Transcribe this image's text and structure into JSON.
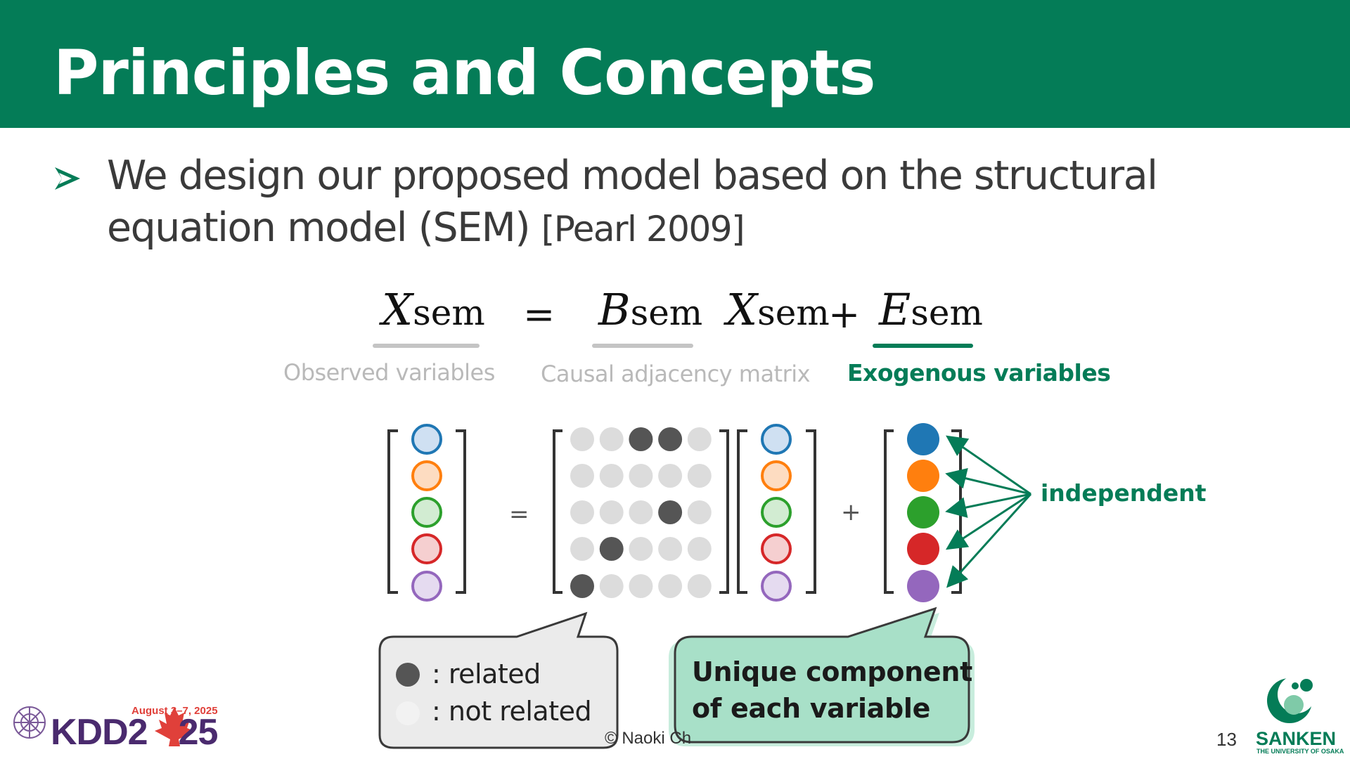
{
  "title": "Principles and Concepts",
  "bullet": {
    "text": "We design our proposed model based on the structural equation model (SEM)",
    "citation": "[Pearl 2009]"
  },
  "equation": {
    "lhs": {
      "var": "X",
      "sub": "sem"
    },
    "equals": "=",
    "term1": {
      "var": "B",
      "sub": "sem"
    },
    "term2": {
      "var": "X",
      "sub": "sem"
    },
    "plus": "+",
    "term3": {
      "var": "E",
      "sub": "sem"
    }
  },
  "labels": {
    "observed": "Observed variables",
    "adjacency": "Causal adjacency matrix",
    "exogenous": "Exogenous variables"
  },
  "diagram": {
    "equals": "=",
    "plus": "+",
    "independent": "independent",
    "variable_colors": [
      "#1f77b4",
      "#ff7f0e",
      "#2ca02c",
      "#d62728",
      "#9467bd"
    ],
    "light_colors": [
      "#cfe0f2",
      "#fddcc1",
      "#d2ecd2",
      "#f5cfd0",
      "#e5dbf0"
    ],
    "adjacency_matrix": [
      [
        0,
        0,
        1,
        1,
        0
      ],
      [
        0,
        0,
        0,
        0,
        0
      ],
      [
        0,
        0,
        0,
        1,
        0
      ],
      [
        0,
        1,
        0,
        0,
        0
      ],
      [
        1,
        0,
        0,
        0,
        0
      ]
    ],
    "related_color": "#555555",
    "not_related_color": "#dcdcdc"
  },
  "legend": {
    "related": ": related",
    "not_related": ": not related"
  },
  "callout_green": {
    "line1": "Unique component",
    "line2": "of each variable"
  },
  "footer": {
    "author": "© Naoki Ch",
    "page": "13",
    "kdd_date": "August 3–7, 2025",
    "kdd_left": "KDD2",
    "kdd_right": "25",
    "org": "SANKEN",
    "org_sub": "THE UNIVERSITY OF OSAKA"
  },
  "colors": {
    "header": "#047c57",
    "accent_green": "#047c57",
    "callout_green_fill": "#a8e0c8"
  }
}
